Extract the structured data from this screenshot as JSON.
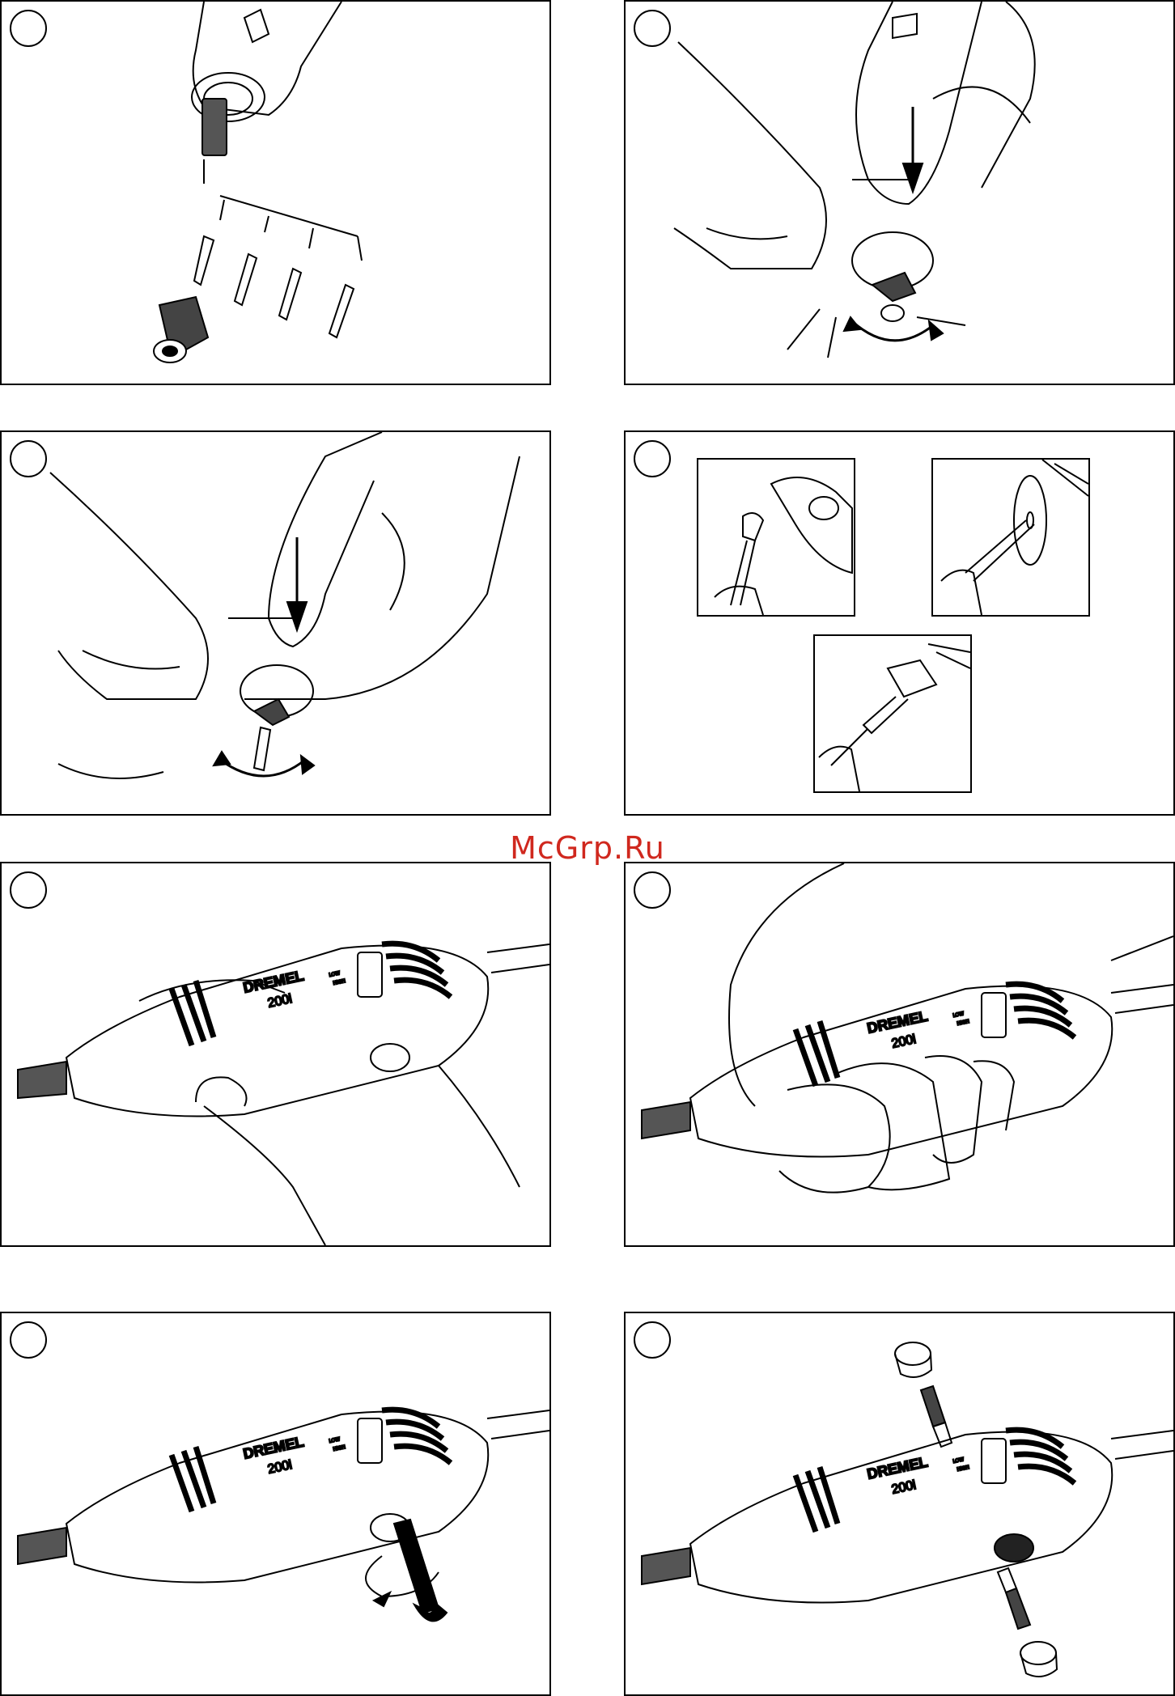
{
  "watermark": {
    "text": "McGrp.Ru",
    "color": "#d0281e"
  },
  "tool_labels": {
    "brand": "DREMEL",
    "model": "200i",
    "switch_low": "LOW",
    "switch_high": "HIGH"
  },
  "panels": [
    {
      "illustration": "collet-and-nut-parts"
    },
    {
      "illustration": "shaft-lock-loosen-nut"
    },
    {
      "illustration": "shaft-lock-tighten-nut"
    },
    {
      "illustration": "accessory-mounting-insets"
    },
    {
      "illustration": "golf-grip"
    },
    {
      "illustration": "pencil-grip"
    },
    {
      "illustration": "brush-cap-removal"
    },
    {
      "illustration": "brush-replacement"
    }
  ]
}
